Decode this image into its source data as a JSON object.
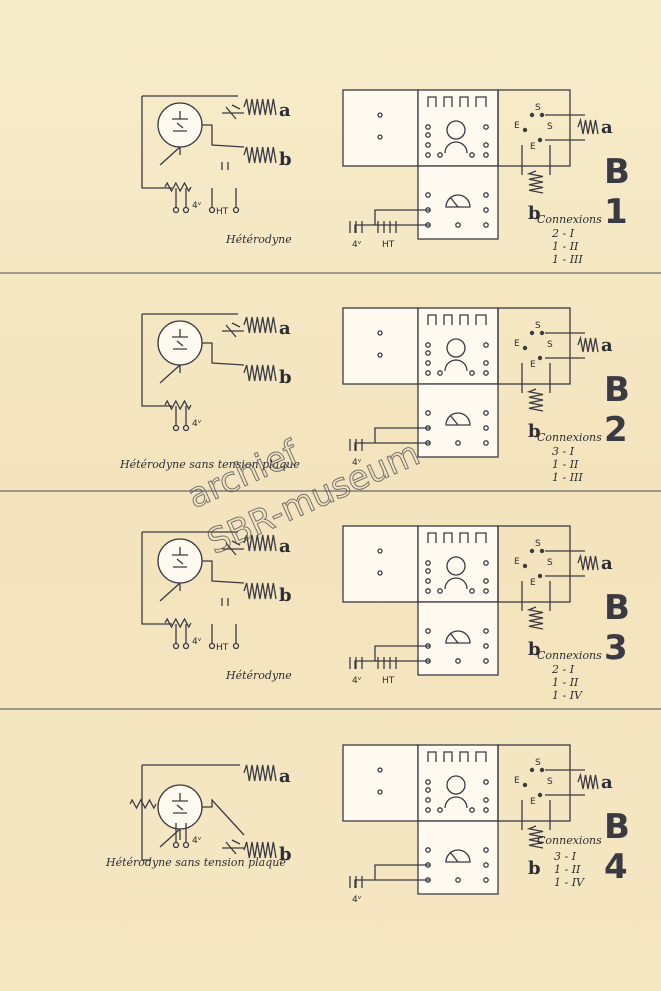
{
  "panels": [
    {
      "caption": "Hétérodyne",
      "code_letter": "B",
      "code_number": "1",
      "conn_title": "Connexions",
      "connections": [
        "2 - I",
        "1 - II",
        "1 - III"
      ],
      "coil_a": "a",
      "coil_b": "b",
      "batt_low": "4ᵛ",
      "batt_high": "HT"
    },
    {
      "caption": "Hétérodyne sans tension plaque",
      "code_letter": "B",
      "code_number": "2",
      "conn_title": "Connexions",
      "connections": [
        "3 - I",
        "1 - II",
        "1 - III"
      ],
      "coil_a": "a",
      "coil_b": "b",
      "batt_low": "4ᵛ",
      "batt_high": ""
    },
    {
      "caption": "Hétérodyne",
      "code_letter": "B",
      "code_number": "3",
      "conn_title": "Connexions",
      "connections": [
        "2 - I",
        "1 - II",
        "1 - IV"
      ],
      "coil_a": "a",
      "coil_b": "b",
      "batt_low": "4ᵛ",
      "batt_high": "HT"
    },
    {
      "caption": "Hétérodyne sans tension plaque",
      "code_letter": "B",
      "code_number": "4",
      "conn_title": "Connexions",
      "connections": [
        "3 - I",
        "1 - II",
        "1 - IV"
      ],
      "coil_a": "a",
      "coil_b": "b",
      "batt_low": "4ᵛ",
      "batt_high": ""
    }
  ],
  "terminals": {
    "e": "E",
    "s": "S"
  },
  "watermark": {
    "line1": "archief",
    "line2": "SBR-museum"
  }
}
